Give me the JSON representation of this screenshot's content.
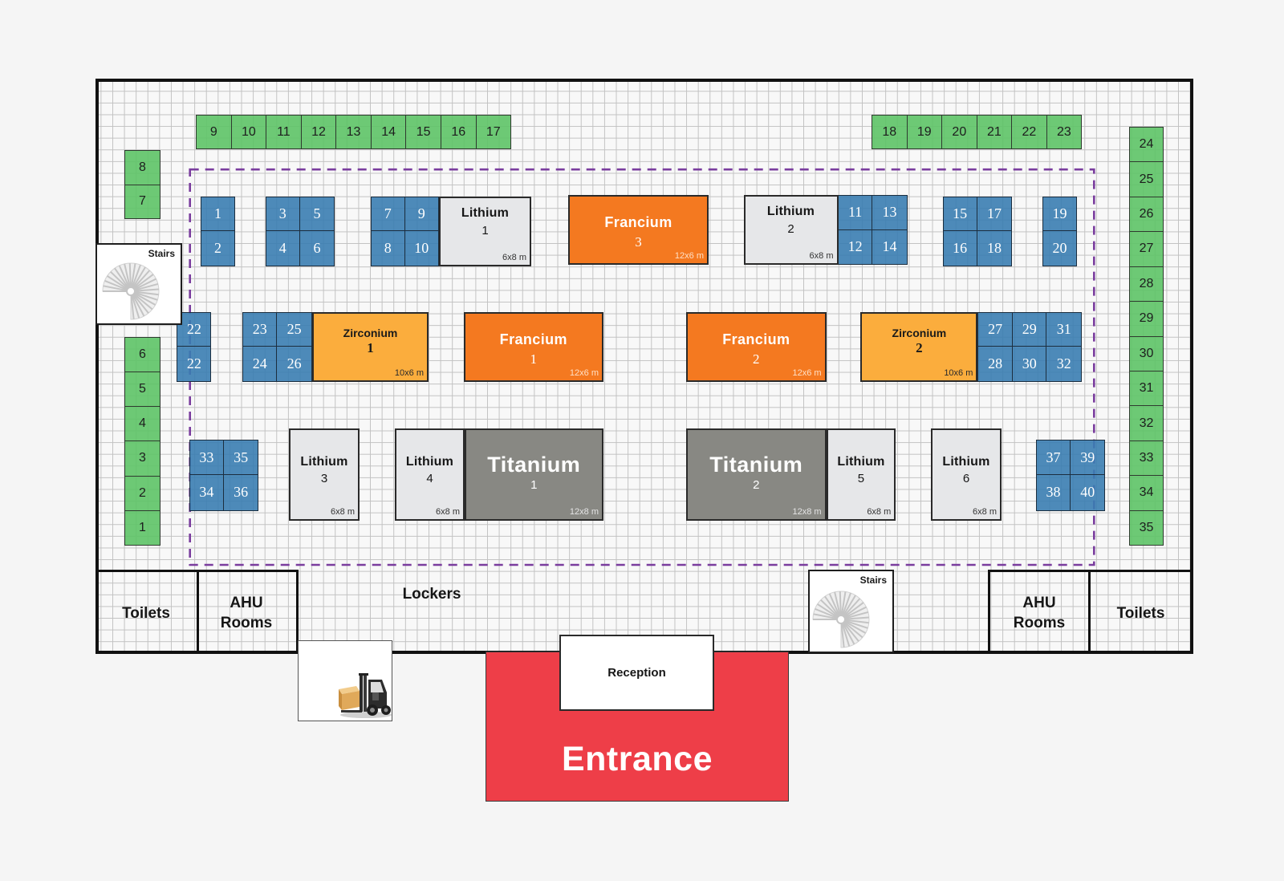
{
  "floor_plan": {
    "green_racks": {
      "top_left_row": [
        "9",
        "10",
        "11",
        "12",
        "13",
        "14",
        "15",
        "16",
        "17"
      ],
      "top_right_row": [
        "18",
        "19",
        "20",
        "21",
        "22",
        "23"
      ],
      "right_column": [
        "24",
        "25",
        "26",
        "27",
        "28",
        "29",
        "30",
        "31",
        "32",
        "33",
        "34",
        "35"
      ],
      "left_upper_column": [
        "8",
        "7"
      ],
      "left_lower_column": [
        "6",
        "5",
        "4",
        "3",
        "2",
        "1"
      ]
    },
    "blue_shelf_groups": [
      [
        [
          "1"
        ],
        [
          "2"
        ]
      ],
      [
        [
          "3",
          "5"
        ],
        [
          "4",
          "6"
        ]
      ],
      [
        [
          "7",
          "9"
        ],
        [
          "8",
          "10"
        ]
      ],
      [
        [
          "11",
          "13"
        ],
        [
          "12",
          "14"
        ]
      ],
      [
        [
          "15",
          "17"
        ],
        [
          "16",
          "18"
        ]
      ],
      [
        [
          "19"
        ],
        [
          "20"
        ]
      ],
      [
        [
          "22"
        ],
        [
          "22"
        ]
      ],
      [
        [
          "23",
          "25"
        ],
        [
          "24",
          "26"
        ]
      ],
      [
        [
          "27",
          "29",
          "31"
        ],
        [
          "28",
          "30",
          "32"
        ]
      ],
      [
        [
          "33",
          "35"
        ],
        [
          "34",
          "36"
        ]
      ],
      [
        [
          "37",
          "39"
        ],
        [
          "38",
          "40"
        ]
      ]
    ],
    "zones": [
      {
        "name": "Lithium",
        "number": "1",
        "size": "6x8 m",
        "type": "lithium"
      },
      {
        "name": "Francium",
        "number": "3",
        "size": "12x6 m",
        "type": "francium"
      },
      {
        "name": "Lithium",
        "number": "2",
        "size": "6x8 m",
        "type": "lithium"
      },
      {
        "name": "Zirconium",
        "number": "1",
        "size": "10x6 m",
        "type": "zirconium"
      },
      {
        "name": "Francium",
        "number": "1",
        "size": "12x6 m",
        "type": "francium"
      },
      {
        "name": "Francium",
        "number": "2",
        "size": "12x6 m",
        "type": "francium"
      },
      {
        "name": "Zirconium",
        "number": "2",
        "size": "10x6 m",
        "type": "zirconium"
      },
      {
        "name": "Lithium",
        "number": "3",
        "size": "6x8 m",
        "type": "lithium"
      },
      {
        "name": "Lithium",
        "number": "4",
        "size": "6x8 m",
        "type": "lithium"
      },
      {
        "name": "Titanium",
        "number": "1",
        "size": "12x8 m",
        "type": "titanium"
      },
      {
        "name": "Titanium",
        "number": "2",
        "size": "12x8 m",
        "type": "titanium"
      },
      {
        "name": "Lithium",
        "number": "5",
        "size": "6x8 m",
        "type": "lithium"
      },
      {
        "name": "Lithium",
        "number": "6",
        "size": "6x8 m",
        "type": "lithium"
      }
    ],
    "rooms": {
      "stairs_left": "Stairs",
      "stairs_bottom": "Stairs",
      "toilets_left": "Toilets",
      "ahu_left": "AHU\nRooms",
      "lockers": "Lockers",
      "ahu_right": "AHU\nRooms",
      "toilets_right": "Toilets",
      "reception": "Reception",
      "entrance": "Entrance"
    },
    "icons": {
      "stairs": "spiral-staircase-icon",
      "loading_area": "forklift-icon"
    }
  },
  "colors": {
    "rack_green": "#5ec467",
    "shelf_blue": "#3a7db1",
    "francium": "#f47920",
    "zirconium": "#fbad3d",
    "lithium": "#e6e7e9",
    "titanium": "#888883",
    "entrance": "#ee3e48",
    "storage_boundary": "#7a3d9e"
  }
}
